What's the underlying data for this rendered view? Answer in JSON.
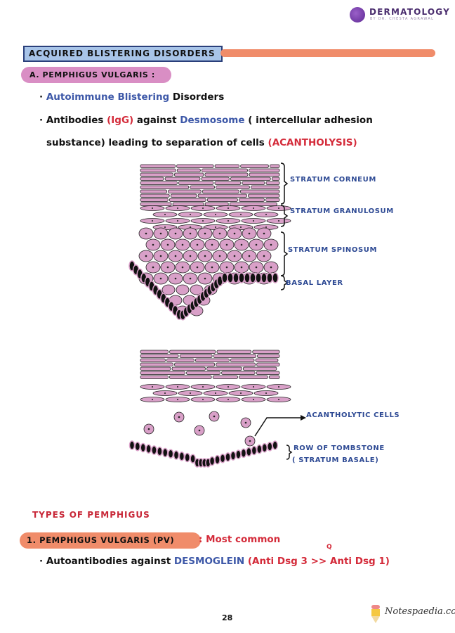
{
  "header": {
    "brand": "DERMATOLOGY",
    "brand_sub": "BY DR. CHESTA AGRAWAL"
  },
  "section_title": "ACQUIRED BLISTERING DISORDERS",
  "subsection": "A. PEMPHIGUS VULGARIS :",
  "bullets": [
    {
      "parts": [
        "Autoimmune Blistering",
        " Disorders"
      ]
    },
    {
      "parts": [
        "Antibodies ",
        "(IgG)",
        " against ",
        "Desmosome",
        " ( intercellular adhesion"
      ]
    },
    {
      "parts": [
        "substance) leading to separation of cells ",
        "(ACANTHOLYSIS)"
      ]
    }
  ],
  "diagram1_labels": [
    "STRATUM CORNEUM",
    "STRATUM GRANULOSUM",
    "STRATUM SPINOSUM",
    "BASAL LAYER"
  ],
  "diagram2_labels": [
    "ACANTHOLYTIC CELLS",
    "ROW OF TOMBSTONE",
    "( STRATUM BASALE)"
  ],
  "types_heading": "TYPES OF PEMPHIGUS",
  "type1": {
    "label": "1. PEMPHIGUS VULGARIS (PV)",
    "note": ": Most common"
  },
  "type1_bullet": {
    "parts": [
      "Autoantibodies against ",
      "DESMOGLEIN",
      " (Anti Dsg 3",
      " >> Anti Dsg 1)"
    ],
    "superscript": "Q"
  },
  "page_number": "28",
  "footer_brand": "Notespaedia.com",
  "colors": {
    "pink_cell": "#d9a0c8",
    "title_box": "#a8c4e8",
    "orange": "#f08c6a",
    "pink_pill": "#d98ec4",
    "label_blue": "#2e4a94",
    "red": "#d42b3a"
  }
}
